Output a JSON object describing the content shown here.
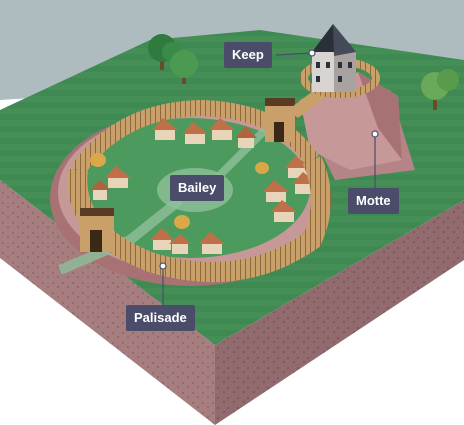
{
  "labels": {
    "keep": "Keep",
    "bailey": "Bailey",
    "motte": "Motte",
    "palisade": "Palisade"
  },
  "colors": {
    "sky": "#aebbbf",
    "ground_top": "#3f8a52",
    "ground_front": "#a77e80",
    "ground_side": "#8f6a6c",
    "label_bg": "#4a4c6a",
    "palisade_wood": "#c9a06a",
    "mound": "#c79898"
  }
}
